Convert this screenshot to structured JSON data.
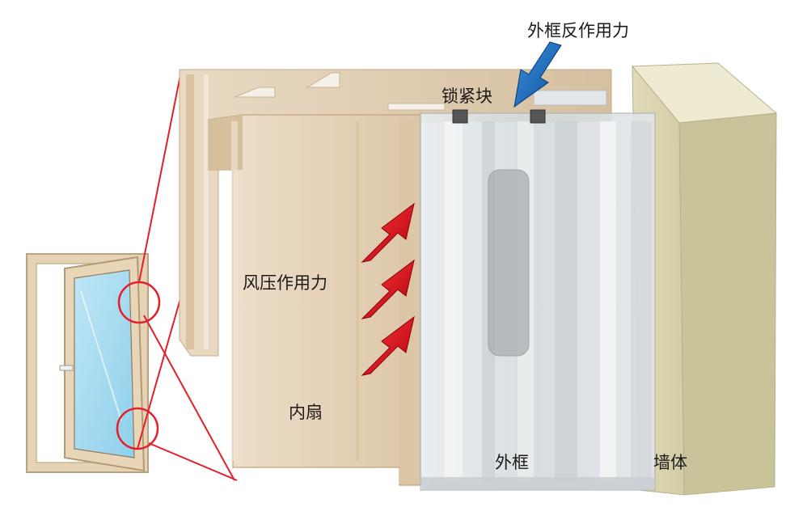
{
  "labels": {
    "wind_force": "风压作用力",
    "lock_block": "锁紧块",
    "reaction_force": "外框反作用力",
    "inner_sash": "内扇",
    "outer_frame": "外框",
    "wall": "墙体"
  },
  "colors": {
    "sash": "#ead9c3",
    "sash_shade": "#d7c2a6",
    "frame_glass": "#dfe4e7",
    "wall": "#d8d3ac",
    "wind_arrow": "#e0101c",
    "reaction_arrow": "#1f73c2",
    "callout_line": "#e41f2a"
  }
}
